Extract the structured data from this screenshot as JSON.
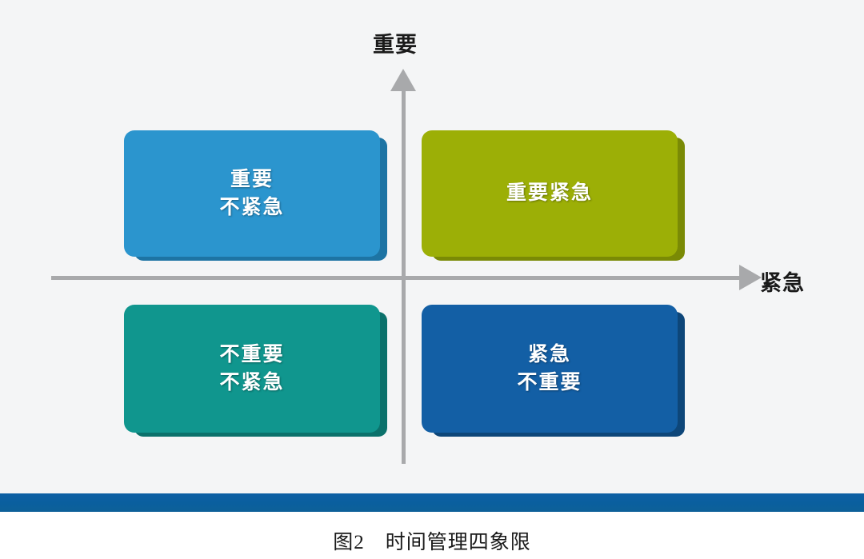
{
  "figure": {
    "caption": "图2　时间管理四象限",
    "background_color": "#f4f5f6",
    "rule_bar_color": "#0b5fa1"
  },
  "axes": {
    "vertical_label": "重要",
    "horizontal_label": "紧急",
    "axis_color": "#a8a9ab",
    "vertical_arrow_icon": "arrow-up-icon",
    "horizontal_arrow_icon": "arrow-right-icon"
  },
  "chart_data": {
    "type": "diagram",
    "title": "时间管理四象限",
    "xlabel": "紧急",
    "ylabel": "重要",
    "quadrants": [
      {
        "position": "top-left",
        "lines": [
          "重要",
          "不紧急"
        ],
        "color": "#2b95ce",
        "shadow_color": "#1d74a4"
      },
      {
        "position": "top-right",
        "lines": [
          "重要紧急"
        ],
        "color": "#9caf06",
        "shadow_color": "#7a8a05"
      },
      {
        "position": "bottom-left",
        "lines": [
          "不重要",
          "不紧急"
        ],
        "color": "#10968e",
        "shadow_color": "#0b716b"
      },
      {
        "position": "bottom-right",
        "lines": [
          "紧急",
          "不重要"
        ],
        "color": "#135fa5",
        "shadow_color": "#0d4679"
      }
    ]
  }
}
